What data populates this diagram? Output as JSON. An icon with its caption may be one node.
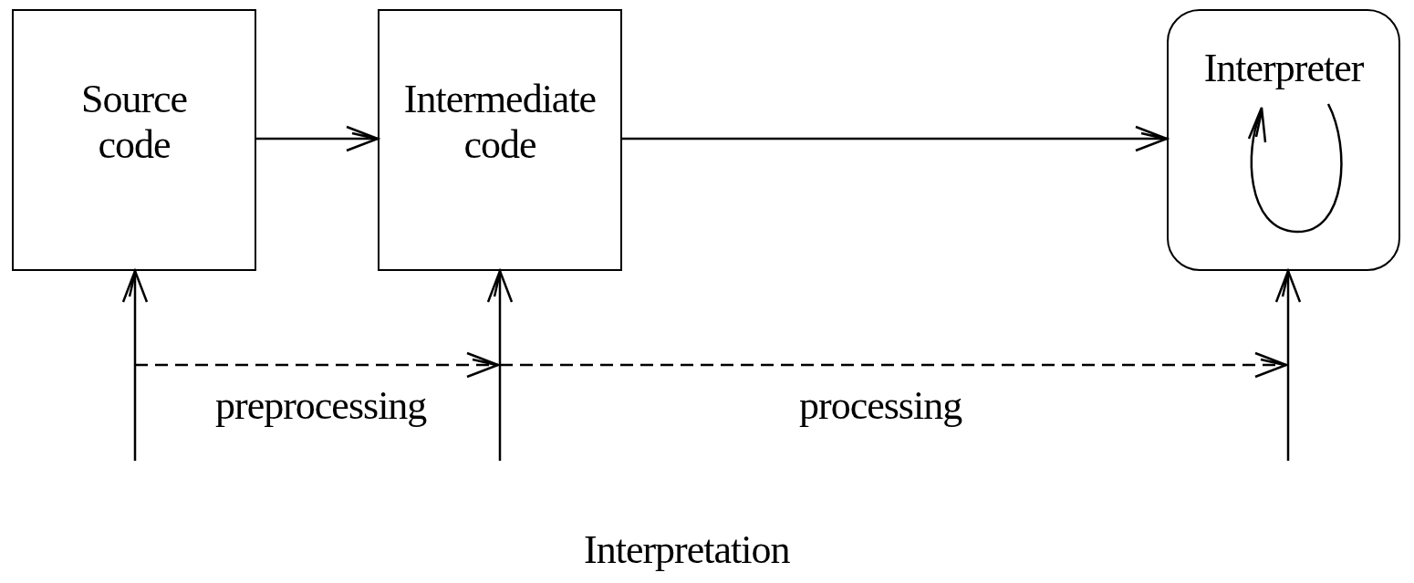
{
  "diagram": {
    "nodes": [
      {
        "text": [
          "Source code"
        ]
      },
      {
        "text": [
          "Intermediate code"
        ]
      },
      {
        "text": [
          "Interpreter"
        ]
      }
    ],
    "edges": [
      {
        "from": 0,
        "to": 1,
        "arrow": "to"
      },
      {
        "from": 1,
        "to": 2,
        "arrow": "to"
      },
      {
        "from": null,
        "to": 0,
        "arrow": "to"
      },
      {
        "from": null,
        "to": 1,
        "arrow": "to"
      },
      {
        "from": null,
        "to": 2,
        "arrow": "to"
      }
    ],
    "labels": [
      "preprocessing",
      "processing",
      "Interpretation"
    ]
  }
}
